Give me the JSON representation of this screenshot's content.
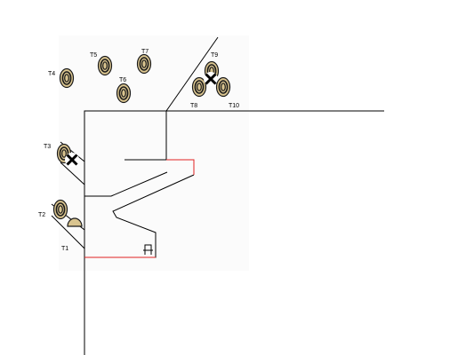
{
  "colors": {
    "wall": "#000000",
    "accent_wall": "#e02020",
    "target_fill": "#d9c48f",
    "target_stroke": "#1a1a1a",
    "background": "#ffffff"
  },
  "targets": [
    {
      "id": "t1",
      "label": "T1"
    },
    {
      "id": "t2",
      "label": "T2"
    },
    {
      "id": "t3",
      "label": "T3",
      "neutralized": true
    },
    {
      "id": "t4",
      "label": "T4"
    },
    {
      "id": "t5",
      "label": "T5"
    },
    {
      "id": "t6",
      "label": "T6"
    },
    {
      "id": "t7",
      "label": "T7"
    },
    {
      "id": "t8",
      "label": "T8"
    },
    {
      "id": "t9",
      "label": "T9",
      "neutralized": true
    },
    {
      "id": "t10",
      "label": "T10"
    }
  ],
  "icons": {
    "target": "steel-target-icon",
    "hit": "x-mark-icon",
    "shooter_box": "shooting-box-icon"
  }
}
